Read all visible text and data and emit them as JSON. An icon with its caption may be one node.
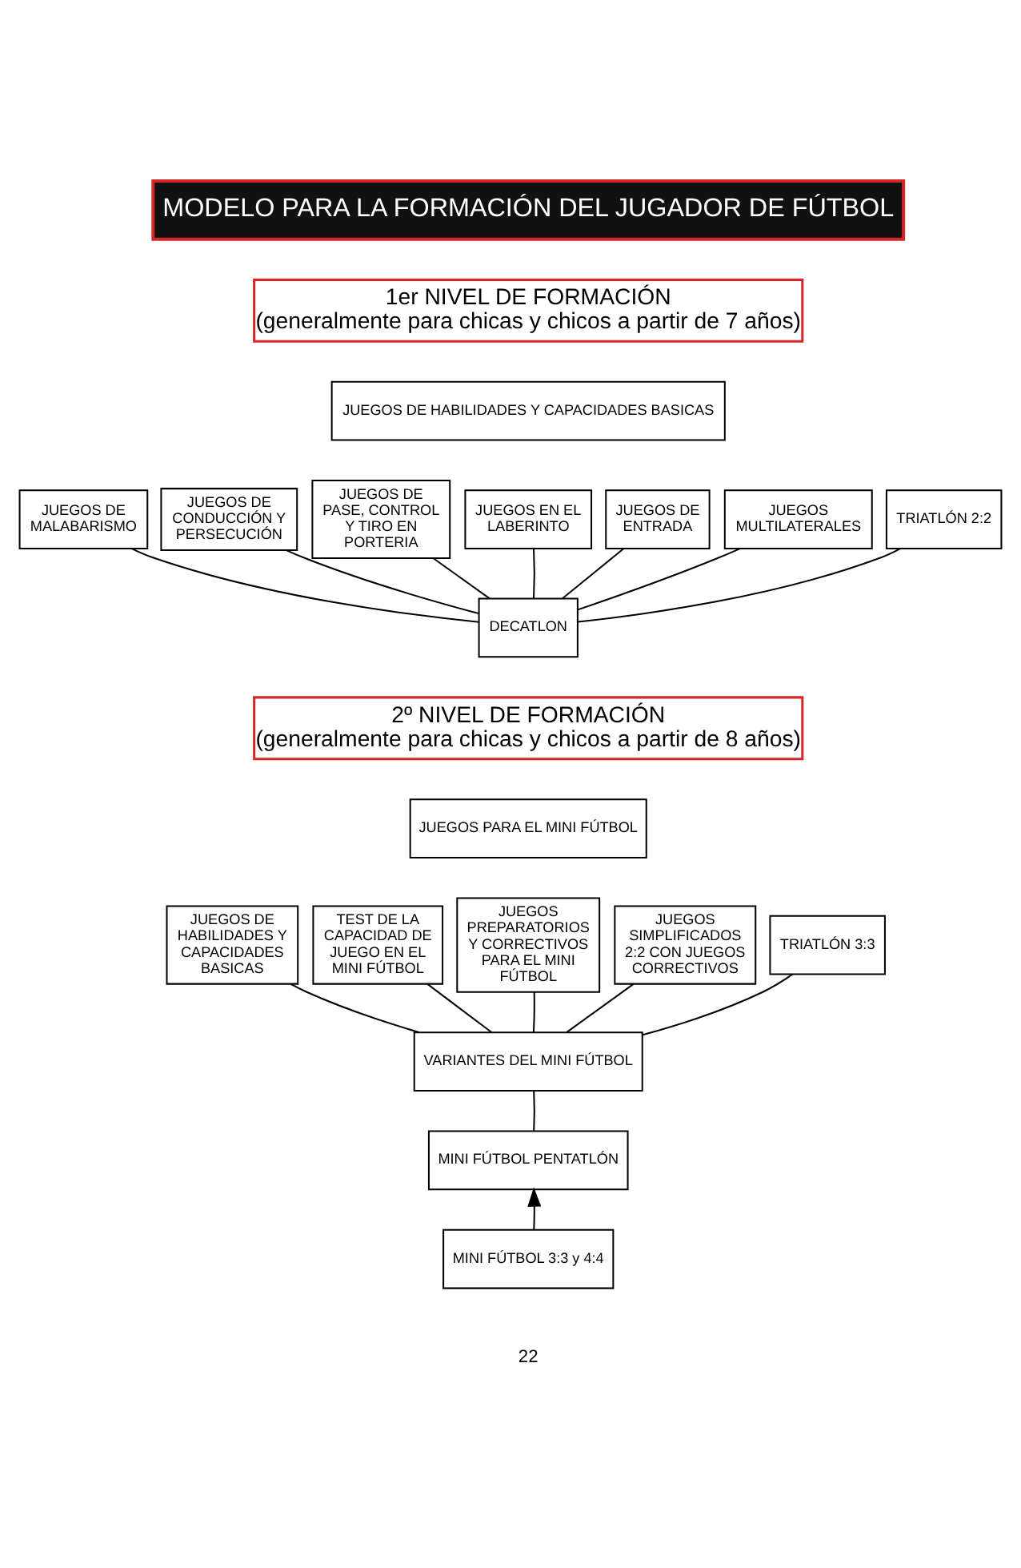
{
  "diagram": {
    "nodes": [
      {
        "text": [
          "MODELO PARA LA FORMACIÓN DEL JUGADOR DE FÚTBOL"
        ]
      },
      {
        "text": [
          "1er NIVEL DE FORMACIÓN",
          "(generalmente para chicas y chicos a partir de 7 años)"
        ]
      },
      {
        "text": [
          "JUEGOS DE HABILIDADES Y CAPACIDADES BASICAS"
        ]
      },
      {
        "text": [
          "JUEGOS DE MALABARISMO"
        ]
      },
      {
        "text": [
          "JUEGOS DE CONDUCCIÓN Y PERSECUCIÓN"
        ]
      },
      {
        "text": [
          "JUEGOS DE PASE, CONTROL Y TIRO EN PORTERIA"
        ]
      },
      {
        "text": [
          "JUEGOS EN EL LABERINTO"
        ]
      },
      {
        "text": [
          "JUEGOS DE ENTRADA"
        ]
      },
      {
        "text": [
          "JUEGOS MULTILATERALES"
        ]
      },
      {
        "text": [
          "TRIATLÓN 2:2"
        ]
      },
      {
        "text": [
          "DECATLON"
        ]
      },
      {
        "text": [
          "2º NIVEL DE FORMACIÓN",
          "(generalmente para chicas y chicos a partir de 8 años)"
        ]
      },
      {
        "text": [
          "JUEGOS PARA EL MINI FÚTBOL"
        ]
      },
      {
        "text": [
          "JUEGOS DE HABILIDADES Y CAPACIDADES BASICAS"
        ]
      },
      {
        "text": [
          "TEST DE LA CAPACIDAD DE JUEGO EN EL MINI FÚTBOL"
        ]
      },
      {
        "text": [
          "JUEGOS PREPARATORIOS Y CORRECTIVOS PARA EL MINI FÚTBOL"
        ]
      },
      {
        "text": [
          "JUEGOS SIMPLIFICADOS 2:2 CON JUEGOS CORRECTIVOS"
        ]
      },
      {
        "text": [
          "TRIATLÓN 3:3"
        ]
      },
      {
        "text": [
          "VARIANTES DEL MINI FÚTBOL"
        ]
      },
      {
        "text": [
          "MINI FÚTBOL PENTATLÓN"
        ]
      },
      {
        "text": [
          "MINI FÚTBOL 3:3 y 4:4"
        ]
      }
    ],
    "edges": [
      {
        "from": 3,
        "to": 10,
        "arrow": "none"
      },
      {
        "from": 4,
        "to": 10,
        "arrow": "none"
      },
      {
        "from": 5,
        "to": 10,
        "arrow": "none"
      },
      {
        "from": 6,
        "to": 10,
        "arrow": "none"
      },
      {
        "from": 7,
        "to": 10,
        "arrow": "none"
      },
      {
        "from": 8,
        "to": 10,
        "arrow": "none"
      },
      {
        "from": 9,
        "to": 10,
        "arrow": "none"
      },
      {
        "from": 13,
        "to": 18,
        "arrow": "none"
      },
      {
        "from": 14,
        "to": 18,
        "arrow": "none"
      },
      {
        "from": 15,
        "to": 18,
        "arrow": "none"
      },
      {
        "from": 16,
        "to": 18,
        "arrow": "none"
      },
      {
        "from": 17,
        "to": 18,
        "arrow": "none"
      },
      {
        "from": 18,
        "to": 19,
        "arrow": "none"
      },
      {
        "from": 20,
        "to": 19,
        "arrow": "to"
      }
    ],
    "labels": [
      "22"
    ]
  }
}
